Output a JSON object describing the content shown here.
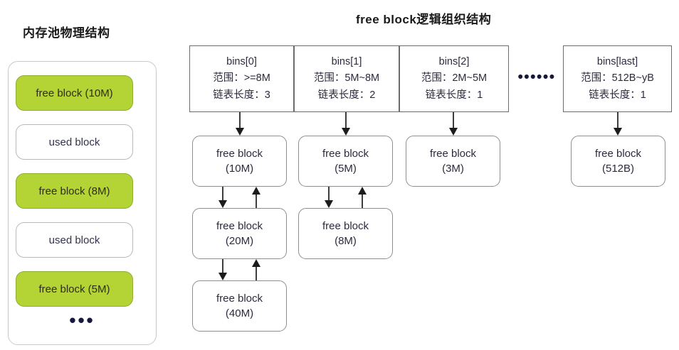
{
  "titles": {
    "pool": "内存池物理结构",
    "logic": "free block逻辑组织结构"
  },
  "memory_pool": {
    "blocks": [
      {
        "label": "free block (10M)",
        "type": "free"
      },
      {
        "label": "used block",
        "type": "used"
      },
      {
        "label": "free block (8M)",
        "type": "free"
      },
      {
        "label": "used block",
        "type": "used"
      },
      {
        "label": "free block (5M)",
        "type": "free"
      }
    ],
    "ellipsis": "•••"
  },
  "bins": {
    "range_label": "范围：",
    "length_label": "链表长度：",
    "ellipsis": "••••••",
    "cells": [
      {
        "name": "bins[0]",
        "range": "范围：>=8M",
        "length": "链表长度：3"
      },
      {
        "name": "bins[1]",
        "range": "范围：5M~8M",
        "length": "链表长度：2"
      },
      {
        "name": "bins[2]",
        "range": "范围：2M~5M",
        "length": "链表长度：1"
      },
      {
        "name": "bins[last]",
        "range": "范围：512B~yB",
        "length": "链表长度：1"
      }
    ]
  },
  "lists": [
    {
      "bin": "bins[0]",
      "nodes": [
        {
          "title": "free block",
          "size": "(10M)"
        },
        {
          "title": "free block",
          "size": "(20M)"
        },
        {
          "title": "free block",
          "size": "(40M)"
        }
      ]
    },
    {
      "bin": "bins[1]",
      "nodes": [
        {
          "title": "free block",
          "size": "(5M)"
        },
        {
          "title": "free block",
          "size": "(8M)"
        }
      ]
    },
    {
      "bin": "bins[2]",
      "nodes": [
        {
          "title": "free block",
          "size": "(3M)"
        }
      ]
    },
    {
      "bin": "bins[last]",
      "nodes": [
        {
          "title": "free block",
          "size": "(512B)"
        }
      ]
    }
  ],
  "colors": {
    "free_block_fill": "#b4d334",
    "free_block_border": "#8fae2e",
    "used_block_border": "#b9b9b9",
    "bin_border": "#6b6b6b",
    "node_border": "#8f8f8f",
    "text": "#2b2b3d"
  }
}
